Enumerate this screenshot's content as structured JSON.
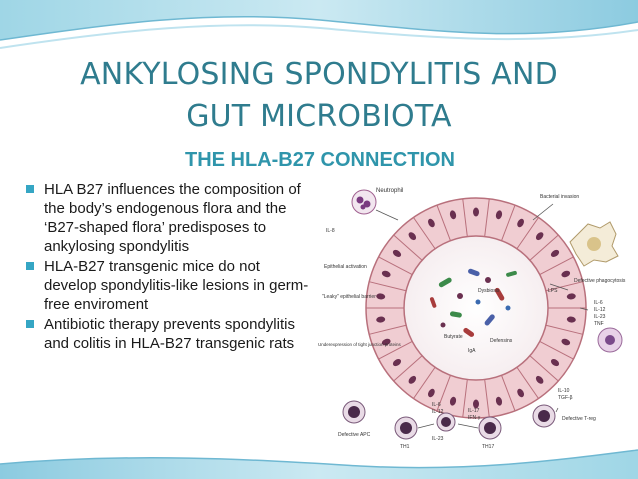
{
  "slide": {
    "title_line1": "ANKYLOSING SPONDYLITIS AND",
    "title_line2": "GUT MICROBIOTA",
    "subtitle": "THE HLA-B27 CONNECTION",
    "bullets": [
      "HLA B27 influences the composition of the body’s endogenous flora and the ‘B27-shaped flora’ predisposes to ankylosing spondylitis",
      "HLA-B27 transgenic mice do not develop spondylitis-like lesions in germ-free enviroment",
      "Antibiotic therapy prevents spondylitis and colitis in  HLA-B27 transgenic rats"
    ]
  },
  "figure": {
    "labels": {
      "neutrophil": "Neutrophil",
      "bacterial_invasion": "Bacterial invasion",
      "il8": "IL-8",
      "epithelial_activation": "Epithelial activation",
      "leaky_barrier": "\"Leaky\" epithelial barrier",
      "dysbiosis": "Dysbiosis",
      "butyrate": "Butyrate",
      "iga": "IgA",
      "defensins": "Defensins",
      "lps": "LPS",
      "defective_phagocytosis": "Defective phagocytosis",
      "underexpression": "Underexpression of tight junction proteins",
      "il6": "IL-6",
      "il12": "IL-12",
      "il23": "IL-23",
      "tnf": "TNF",
      "il10": "IL-10",
      "tgfb": "TGF-β",
      "defective_apc": "Defective APC",
      "defective_treg": "Defective T-reg",
      "th1": "TH1",
      "th17": "TH17",
      "ifng": "IFN-γ",
      "il17": "IL-17"
    },
    "colors": {
      "cell_fill": "#f0cdd2",
      "cell_edge": "#b8707c",
      "nucleus": "#6a3050",
      "title": "#2f7c8e",
      "subtitle": "#2f95ab",
      "accent": "#35a6c4"
    }
  }
}
